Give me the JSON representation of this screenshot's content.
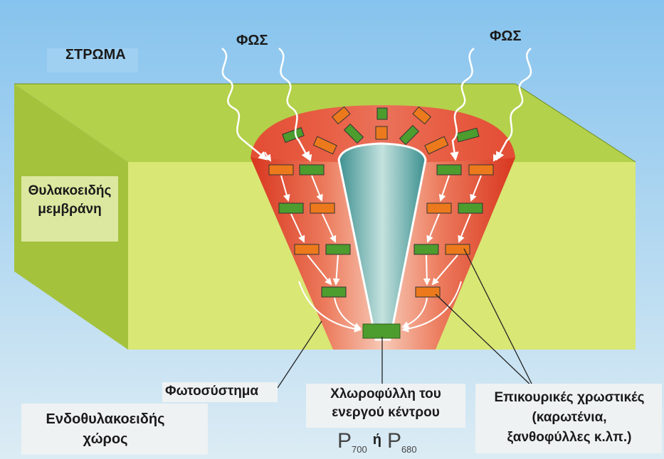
{
  "labels": {
    "stroma": "ΣΤΡΩΜΑ",
    "light_left": "ΦΩΣ",
    "light_right": "ΦΩΣ",
    "membrane_line1": "Θυλακοειδής",
    "membrane_line2": "μεμβράνη",
    "photosystem": "Φωτοσύστημα",
    "reaction_center_line1": "Χλωροφύλλη του",
    "reaction_center_line2": "ενεργού κέντρου",
    "lumen_line1": "Ενδοθυλακοειδής",
    "lumen_line2": "χώρος",
    "accessory_line1": "Επικουρικές χρωστικές",
    "accessory_line2": "(καρωτένια,",
    "accessory_line3": "ξανθοφύλλες κ.λπ.)",
    "p_letter_1": "P",
    "p_sub_1": "700",
    "or_word": "ή",
    "p_letter_2": "P",
    "p_sub_2": "680"
  },
  "colors": {
    "sky": "#8cc8ef",
    "membrane_top": "#b5d24a",
    "membrane_front": "#d8e673",
    "membrane_side": "#a9c840",
    "photosystem_red": "#e0402f",
    "photosystem_light": "#f5b4a0",
    "core_teal": "#3f9a9a",
    "pigment_green": "#4c9c2e",
    "pigment_orange": "#ec7a1c",
    "white_box": "#eef2f3"
  }
}
